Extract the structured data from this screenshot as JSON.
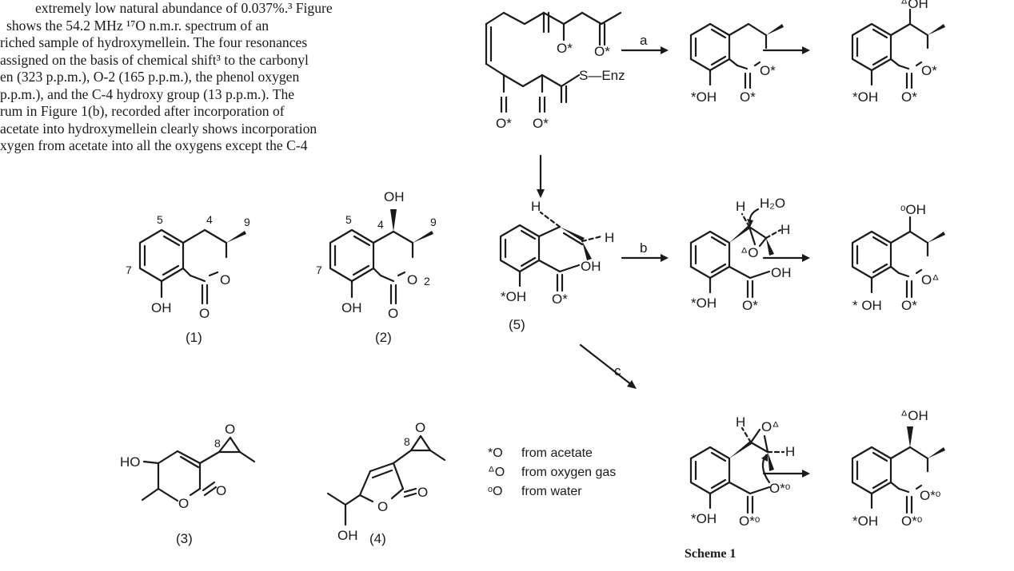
{
  "article_text": [
    "extremely low natural abundance of 0.037%.³ Figure",
    "shows the 54.2 MHz ¹⁷O n.m.r. spectrum of an",
    "riched sample of hydroxymellein. The four resonances",
    "assigned on the basis of chemical shift³ to the carbonyl",
    "en (323 p.p.m.), O-2 (165 p.p.m.), the phenol oxygen",
    "p.p.m.), and the C-4 hydroxy group (13 p.p.m.). The",
    "rum in Figure 1(b), recorded after incorporation of",
    "acetate into hydroxymellein clearly shows incorporation",
    "xygen from acetate into all the oxygens except the C-4"
  ],
  "compounds": {
    "c1": {
      "label": "(1)",
      "numbers": [
        "5",
        "4",
        "9",
        "7"
      ],
      "atoms": [
        "O",
        "O",
        "OH"
      ]
    },
    "c2": {
      "label": "(2)",
      "numbers": [
        "5",
        "4",
        "9",
        "7",
        "2"
      ],
      "atoms": [
        "OH",
        "O",
        "O",
        "OH"
      ]
    },
    "c3": {
      "label": "(3)",
      "numbers": [
        "8"
      ],
      "atoms": [
        "HO",
        "O",
        "O",
        "O"
      ]
    },
    "c4": {
      "label": "(4)",
      "numbers": [
        "8"
      ],
      "atoms": [
        "O",
        "O",
        "O",
        "OH"
      ]
    }
  },
  "scheme": {
    "title": "Scheme 1",
    "enz": "S—Enz",
    "step_labels": [
      "a",
      "b",
      "c"
    ],
    "compound5_label": "(5)",
    "labels": {
      "o_star": "O*",
      "o_star_sq": "O*ᵒ",
      "star_oh": "*OH",
      "star_oh_sp": "* OH",
      "oh": "OH",
      "h": "H",
      "water": "H₂O",
      "o_delta": "ᐞO",
      "o_delta_r": "Oᐞ",
      "tri_oh": "ᐞOH",
      "sq_oh": "ᵒOH"
    }
  },
  "legend": [
    {
      "symbol": "*O",
      "text": "from acetate"
    },
    {
      "symbol": "ᐞO",
      "text": "from oxygen gas"
    },
    {
      "symbol": "ᵒO",
      "text": "from water"
    }
  ]
}
